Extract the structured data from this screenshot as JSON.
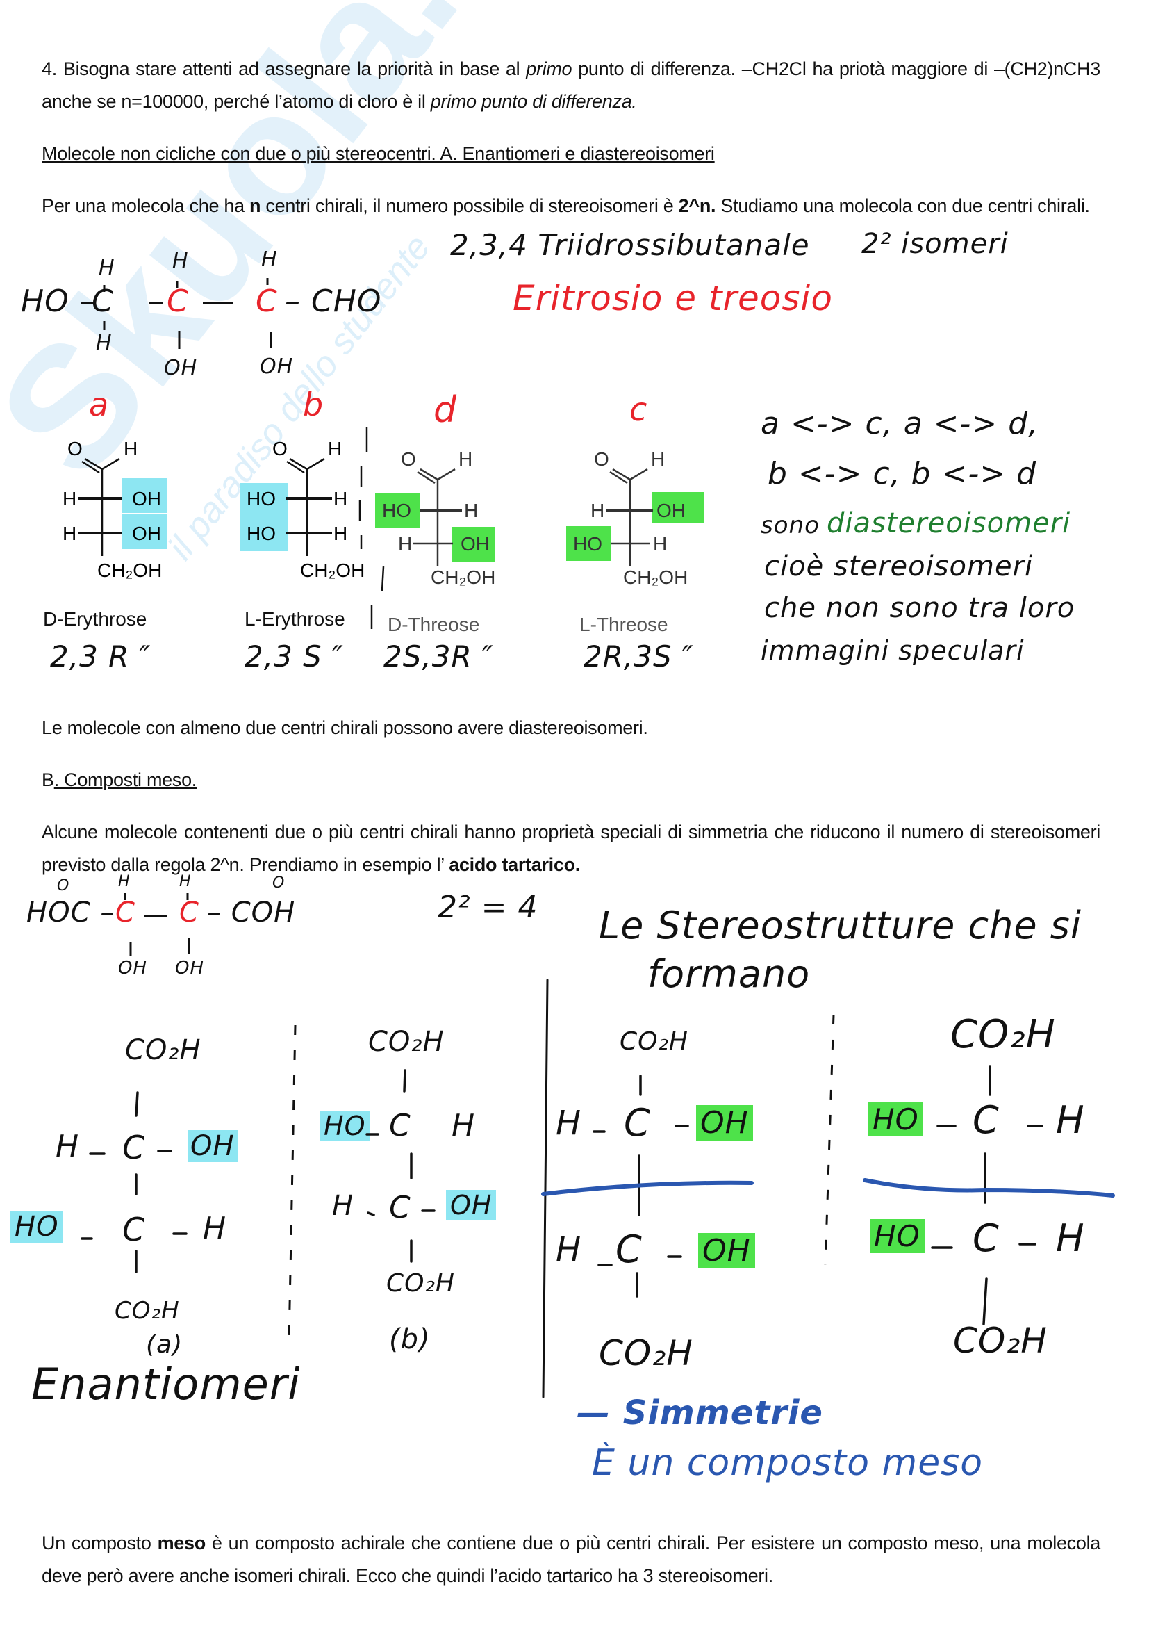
{
  "watermark": {
    "text": "Skuola.net",
    "subtext": "il paradiso dello studente"
  },
  "para1": {
    "a": "4. Bisogna stare attenti ad assegnare la priorità in base al ",
    "b": "primo",
    "c": " punto di differenza. –CH2Cl ha priotà maggiore di –(CH2)nCH3 anche se n=100000, perché l’atomo di cloro è il ",
    "d": "primo punto di differenza."
  },
  "heading1": "Molecole non cicliche con due o più stereocentri. A. Enantiomeri e diastereoisomeri",
  "para2": {
    "a": "Per una molecola che ha ",
    "b": "n",
    "c": " centri chirali, il numero possibile di stereoisomeri è ",
    "d": "2^n.",
    "e": " Studiamo una molecola con due centri chirali."
  },
  "notes": {
    "name": "2,3,4 Triidrossibutanale",
    "isomers": "2² isomeri",
    "red_title": "Eritrosio e treosio",
    "chain": {
      "ho": "HO –",
      "c1": "C",
      "c2": "C",
      "c3": "C",
      "cho": "– CHO",
      "h": "H",
      "oh": "OH"
    },
    "labels": [
      "a",
      "b",
      "d",
      "c"
    ],
    "right": [
      "a <-> c,  a <-> d,",
      "b <-> c,  b <-> d",
      "sono",
      "diastereoisomeri",
      "cioè stereoisomeri",
      "che non sono tra loro",
      "immagini speculari"
    ]
  },
  "fischer": [
    {
      "name": "D-Erythrose",
      "config": "2,3 R ″"
    },
    {
      "name": "L-Erythrose",
      "config": "2,3 S ″"
    },
    {
      "name": "D-Threose",
      "config": "2S,3R ″"
    },
    {
      "name": "L-Threose",
      "config": "2R,3S ″"
    }
  ],
  "atoms": {
    "O": "O",
    "H": "H",
    "OH": "OH",
    "HO": "HO",
    "CH2OH": "CH₂OH"
  },
  "para3": "Le molecole con almeno due centri chirali possono avere diastereoisomeri.",
  "heading2": {
    "a": "B",
    "b": ". Composti meso."
  },
  "para4": {
    "a": "Alcune molecole contenenti due o più centri chirali hanno proprietà speciali di simmetria che riducono il numero di stereoisomeri previsto dalla regola 2^n. Prendiamo in esempio l’ ",
    "b": "acido tartarico."
  },
  "tartaric": {
    "formula_left": "HOC –",
    "c": "C",
    "formula_right": "– COH",
    "oh": "OH",
    "h": "H",
    "o": "O",
    "count": "2² = 4",
    "stereo_title_1": "Le Stereostrutture che si",
    "stereo_title_2": "formano",
    "co2h": "CO₂H",
    "C": "C",
    "H": "H",
    "OH": "OH",
    "HO": "HO",
    "label_a": "(a)",
    "label_b": "(b)",
    "enantiomers": "Enantiomeri",
    "symmetry": "— Simmetrie",
    "meso": "È un composto meso"
  },
  "para5": {
    "a": "Un composto ",
    "b": "meso",
    "c": " è un composto achirale che contiene due o più centri chirali. Per esistere un composto meso, una molecola deve però avere anche isomeri chirali. Ecco che quindi l’acido tartarico ha 3 stereoisomeri."
  },
  "colors": {
    "cyan": "#8de6f2",
    "green": "#4ee24a",
    "red": "#e8242b",
    "blue": "#2a57b0",
    "darkgreen": "#1f7f2f"
  }
}
